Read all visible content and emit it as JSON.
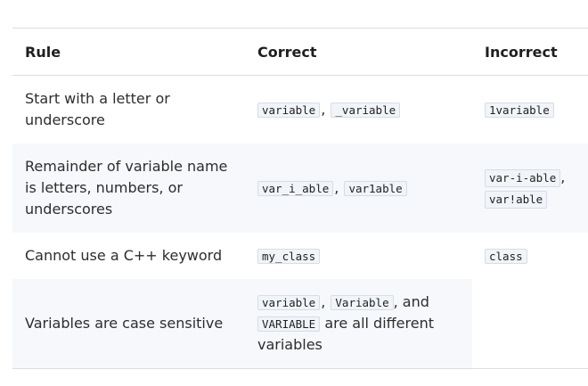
{
  "table": {
    "headers": [
      "Rule",
      "Correct",
      "Incorrect"
    ],
    "rows": [
      {
        "rule": "Start with a letter or underscore",
        "correct": [
          "variable",
          "_variable"
        ],
        "incorrect": [
          "1variable"
        ]
      },
      {
        "rule": "Remainder of variable name is letters, numbers, or underscores",
        "correct": [
          "var_i_able",
          "var1able"
        ],
        "incorrect": [
          "var-i-able",
          "var!able"
        ]
      },
      {
        "rule": "Cannot use a C++ keyword",
        "correct": [
          "my_class"
        ],
        "incorrect": [
          "class"
        ]
      },
      {
        "rule": "Variables are case sensitive",
        "correct": [
          "variable",
          "Variable",
          "VARIABLE"
        ],
        "correct_text_and": ", and",
        "correct_text_tail": "are all different variables",
        "incorrect": []
      }
    ],
    "comma": ","
  }
}
